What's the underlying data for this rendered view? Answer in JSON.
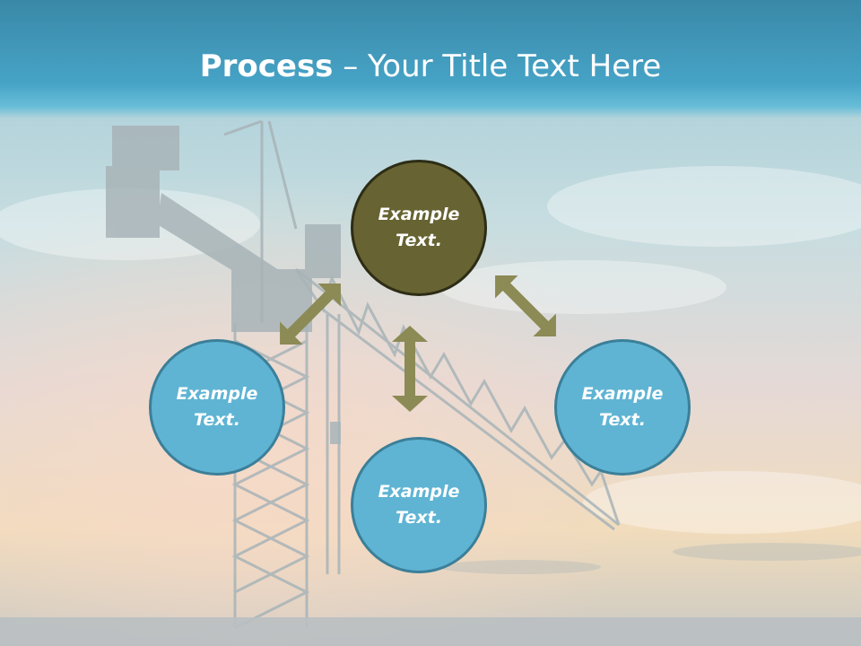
{
  "slide": {
    "title_bold": "Process",
    "title_rest": " – Your Title Text Here"
  },
  "diagram": {
    "center_node": {
      "label": "Example Text."
    },
    "left_node": {
      "label": "Example Text."
    },
    "bottom_node": {
      "label": "Example Text."
    },
    "right_node": {
      "label": "Example Text."
    }
  },
  "colors": {
    "header": "#46a3c6",
    "center_fill": "#676332",
    "satellite_fill": "#5fb4d3",
    "arrow": "#8c8a55"
  }
}
